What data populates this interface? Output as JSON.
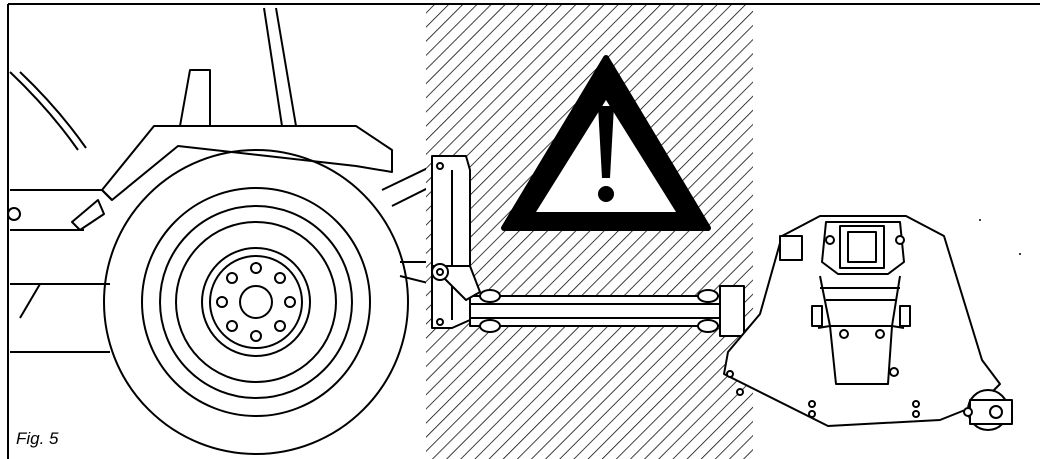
{
  "figure": {
    "caption": "Fig. 5",
    "subjects": [
      "tractor",
      "flail-mower",
      "warning-triangle"
    ],
    "colors": {
      "line": "#000000",
      "paper": "#ffffff",
      "hazard-hatch": "#000000"
    }
  }
}
